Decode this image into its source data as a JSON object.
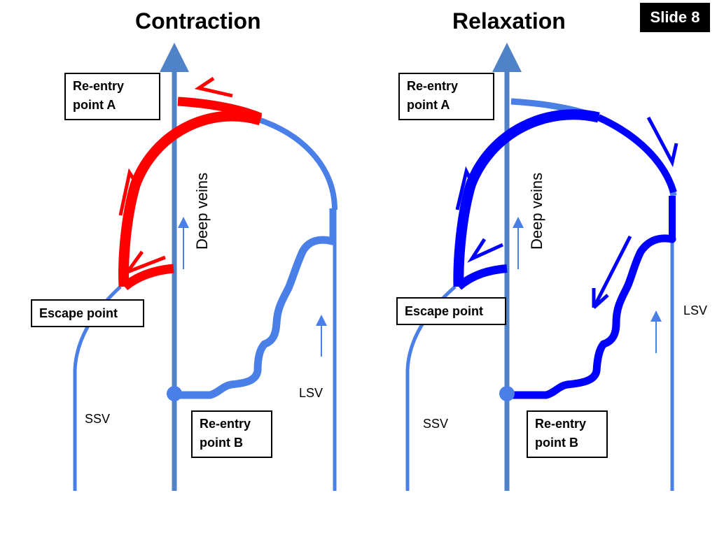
{
  "slide": {
    "badge": "Slide 8",
    "colors": {
      "vein": "#4a7fe8",
      "deep": "#4f82c6",
      "contraction_flow": "#ff0000",
      "relaxation_flow": "#0000ff"
    }
  },
  "panels": [
    {
      "title": "Contraction",
      "flow_color": "red",
      "labels": {
        "reentry_a": [
          "Re-entry",
          "point A"
        ],
        "escape": "Escape point",
        "reentry_b": [
          "Re-entry",
          "point B"
        ],
        "deep_veins": "Deep veins",
        "ssv": "SSV",
        "lsv": "LSV"
      }
    },
    {
      "title": "Relaxation",
      "flow_color": "blue",
      "labels": {
        "reentry_a": [
          "Re-entry",
          "point A"
        ],
        "escape": "Escape point",
        "reentry_b": [
          "Re-entry",
          "point B"
        ],
        "deep_veins": "Deep veins",
        "ssv": "SSV",
        "lsv": "LSV"
      }
    }
  ]
}
